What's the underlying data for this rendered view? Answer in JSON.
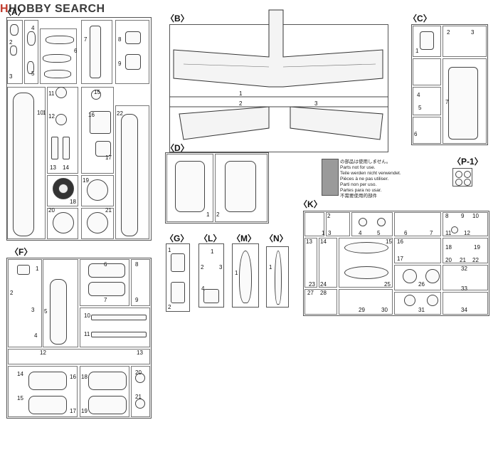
{
  "logo": {
    "text": "HOBBY SEARCH"
  },
  "sprues": {
    "A": "A",
    "B": "B",
    "C": "C",
    "D": "D",
    "F": "F",
    "G": "G",
    "L": "L",
    "M": "M",
    "N": "N",
    "K": "K",
    "P1": "P-1"
  },
  "notes": [
    "の部品は使用しません。",
    "Parts not for use.",
    "Teile werden nicht verwendet.",
    "Pièces à ne pas utiliser.",
    "Parti non per uso.",
    "Partes para no usar.",
    "不需要使用的部件"
  ],
  "part_numbers": {
    "A": [
      "1",
      "2",
      "3",
      "4",
      "5",
      "6",
      "7",
      "8",
      "9",
      "10",
      "11",
      "12",
      "13",
      "14",
      "15",
      "16",
      "17",
      "18",
      "19",
      "20",
      "21",
      "22"
    ],
    "B": [
      "1",
      "2",
      "3"
    ],
    "C": [
      "1",
      "2",
      "3",
      "4",
      "5",
      "6",
      "7"
    ],
    "D": [
      "1",
      "2"
    ],
    "F": [
      "1",
      "2",
      "3",
      "4",
      "5",
      "6",
      "7",
      "8",
      "9",
      "10",
      "11",
      "12",
      "13",
      "14",
      "15",
      "16",
      "17",
      "18",
      "19",
      "20",
      "21"
    ],
    "G": [
      "1",
      "2"
    ],
    "L": [
      "1",
      "2",
      "3",
      "4"
    ],
    "M": [
      "1"
    ],
    "N": [
      "1"
    ],
    "K": [
      "1",
      "2",
      "3",
      "4",
      "5",
      "6",
      "7",
      "8",
      "9",
      "10",
      "11",
      "12",
      "13",
      "14",
      "15",
      "16",
      "17",
      "18",
      "19",
      "20",
      "21",
      "22",
      "23",
      "24",
      "25",
      "26",
      "27",
      "28",
      "29",
      "30",
      "31",
      "32",
      "33",
      "34"
    ]
  }
}
